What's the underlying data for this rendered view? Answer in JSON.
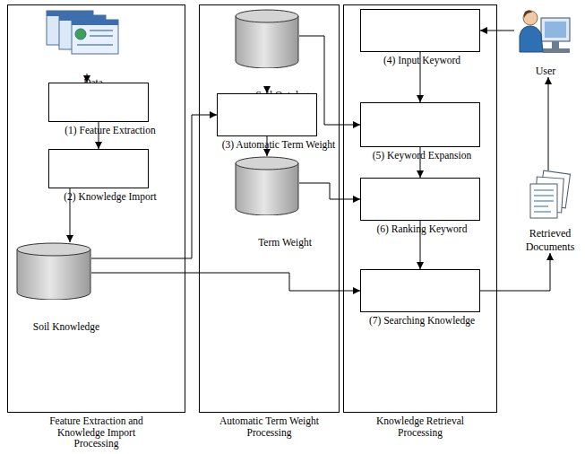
{
  "diagram": {
    "nodes": [
      {
        "text": [
          "Feature Extraction and Knowledge Import Processing"
        ]
      },
      {
        "text": [
          "Data"
        ],
        "in": 0
      },
      {
        "text": [
          "(1) Feature Extraction"
        ],
        "in": 0
      },
      {
        "text": [
          "(2) Knowledge Import"
        ],
        "in": 0
      },
      {
        "text": [
          "Soil Knowledge"
        ],
        "in": 0
      },
      {
        "text": [
          "Automatic Term Weight Processing"
        ]
      },
      {
        "text": [
          "Soil Ontology"
        ],
        "in": 5
      },
      {
        "text": [
          "(3) Automatic Term Weight"
        ],
        "in": 5
      },
      {
        "text": [
          "Term Weight"
        ],
        "in": 5
      },
      {
        "text": [
          "Knowledge Retrieval Processing"
        ]
      },
      {
        "text": [
          "(4) Input Keyword"
        ],
        "in": 9
      },
      {
        "text": [
          "(5) Keyword Expansion"
        ],
        "in": 9
      },
      {
        "text": [
          "(6) Ranking Keyword"
        ],
        "in": 9
      },
      {
        "text": [
          "(7) Searching Knowledge"
        ],
        "in": 9
      },
      {
        "text": [
          "User"
        ]
      },
      {
        "text": [
          "Retrieved Documents"
        ]
      }
    ],
    "edges": [
      {
        "from": 1,
        "to": 2,
        "arrow": "to"
      },
      {
        "from": 2,
        "to": 3,
        "arrow": "to"
      },
      {
        "from": 3,
        "to": 4,
        "arrow": "to"
      },
      {
        "from": 4,
        "to": 7,
        "arrow": "to"
      },
      {
        "from": 6,
        "to": 7,
        "arrow": "to"
      },
      {
        "from": 7,
        "to": 8,
        "arrow": "to"
      },
      {
        "from": 6,
        "to": 11,
        "arrow": "to"
      },
      {
        "from": 8,
        "to": 12,
        "arrow": "to"
      },
      {
        "from": 4,
        "to": 13,
        "arrow": "to"
      },
      {
        "from": 14,
        "to": 10,
        "arrow": "to"
      },
      {
        "from": 10,
        "to": 11,
        "arrow": "to"
      },
      {
        "from": 11,
        "to": 12,
        "arrow": "to"
      },
      {
        "from": 12,
        "to": 13,
        "arrow": "to"
      },
      {
        "from": 13,
        "to": 15,
        "arrow": "to"
      },
      {
        "from": 15,
        "to": 14,
        "arrow": "to"
      }
    ]
  }
}
